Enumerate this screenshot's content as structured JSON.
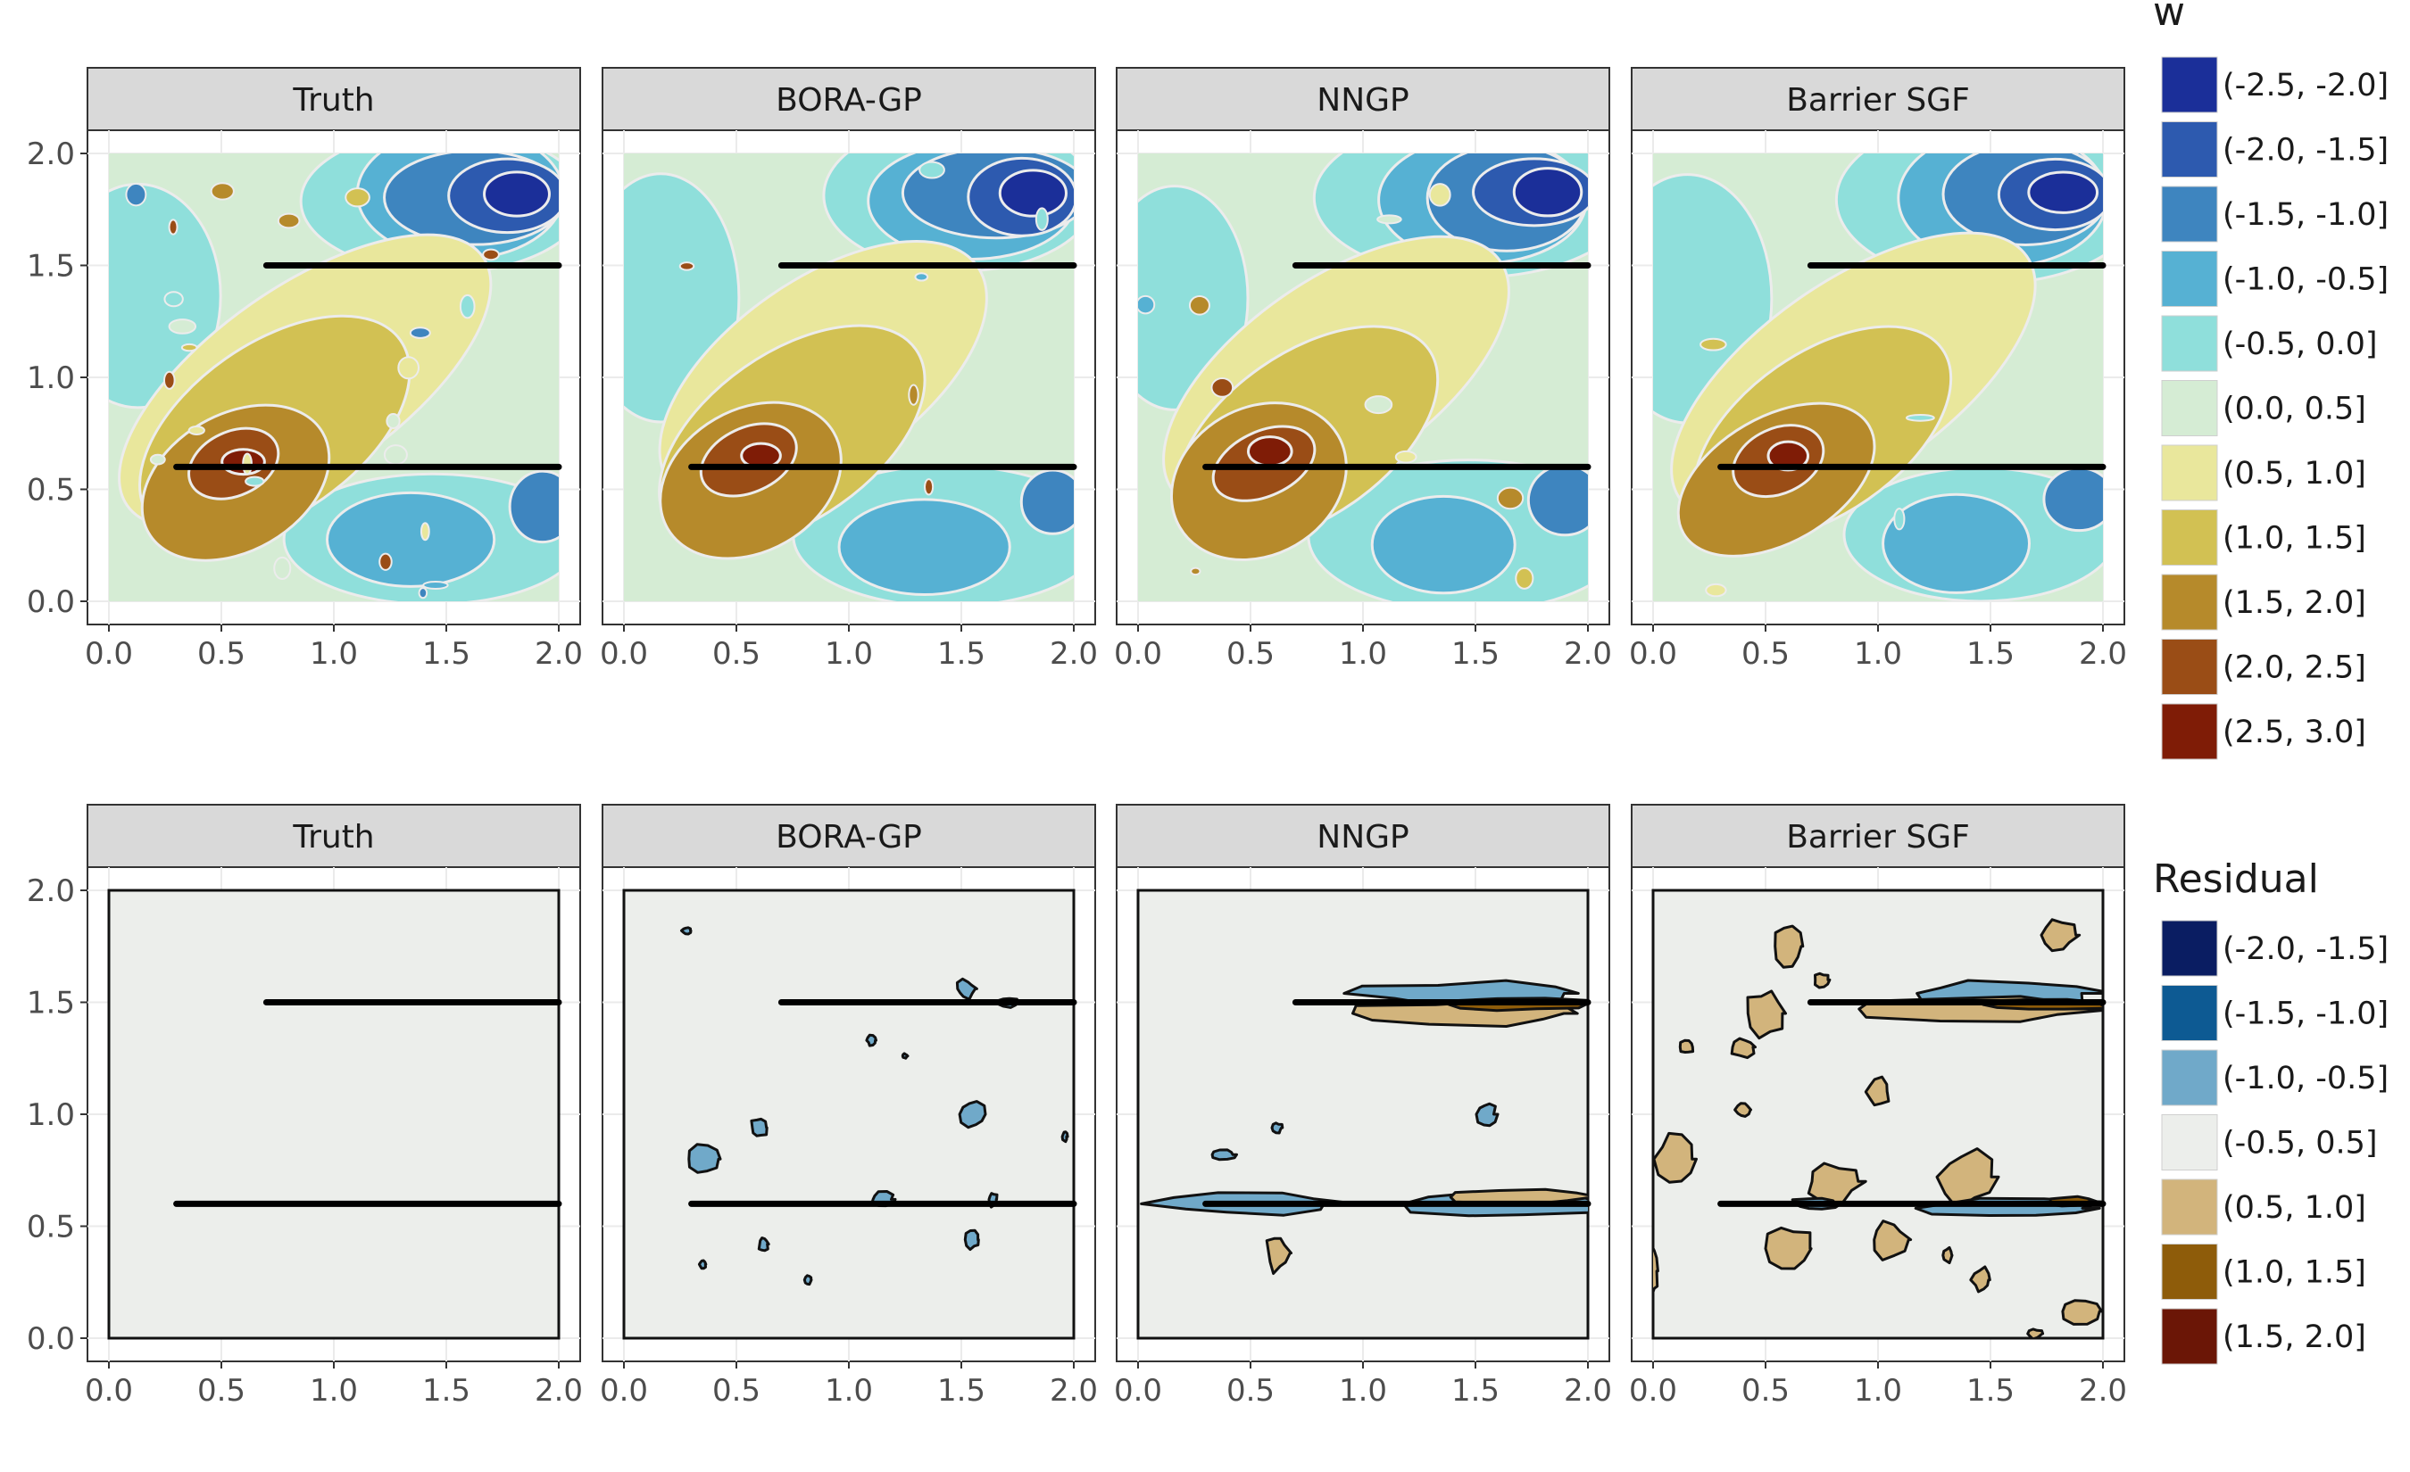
{
  "colors": {
    "w": [
      "#1b2f99",
      "#2d5aaf",
      "#3e85bf",
      "#56b1d3",
      "#8fdfdb",
      "#d5ecd4",
      "#e9e79c",
      "#d2c153",
      "#b68a2b",
      "#9a4d16",
      "#7f1c06"
    ],
    "residual": [
      "#0a1d62",
      "#0d5a93",
      "#70a9c9",
      "#eceeeb",
      "#d2b47c",
      "#8e5c0a",
      "#6b1606"
    ]
  },
  "chart_data": [
    {
      "type": "heatmap",
      "row": "top",
      "facets": [
        "Truth",
        "BORA-GP",
        "NNGP",
        "Barrier SGF"
      ],
      "x_ticks": [
        "0.0",
        "0.5",
        "1.0",
        "1.5",
        "2.0"
      ],
      "y_ticks": [
        "0.0",
        "0.5",
        "1.0",
        "1.5",
        "2.0"
      ],
      "xlim": [
        0,
        2
      ],
      "ylim": [
        0,
        2
      ],
      "barriers": [
        {
          "x": [
            0.7,
            2.0
          ],
          "y": 1.5
        },
        {
          "x": [
            0.3,
            2.0
          ],
          "y": 0.6
        }
      ],
      "legend": {
        "title": "w",
        "labels": [
          "(-2.5, -2.0]",
          "(-2.0, -1.5]",
          "(-1.5, -1.0]",
          "(-1.0, -0.5]",
          "(-0.5, 0.0]",
          "(0.0, 0.5]",
          "(0.5, 1.0]",
          "(1.0, 1.5]",
          "(1.5, 2.0]",
          "(2.0, 2.5]",
          "(2.5, 3.0]"
        ]
      }
    },
    {
      "type": "heatmap",
      "row": "bottom",
      "facets": [
        "Truth",
        "BORA-GP",
        "NNGP",
        "Barrier SGF"
      ],
      "x_ticks": [
        "0.0",
        "0.5",
        "1.0",
        "1.5",
        "2.0"
      ],
      "y_ticks": [
        "0.0",
        "0.5",
        "1.0",
        "1.5",
        "2.0"
      ],
      "xlim": [
        0,
        2
      ],
      "ylim": [
        0,
        2
      ],
      "barriers": [
        {
          "x": [
            0.7,
            2.0
          ],
          "y": 1.5
        },
        {
          "x": [
            0.3,
            2.0
          ],
          "y": 0.6
        }
      ],
      "legend": {
        "title": "Residual",
        "labels": [
          "(-2.0, -1.5]",
          "(-1.5, -1.0]",
          "(-1.0, -0.5]",
          "(-0.5, 0.5]",
          "(0.5, 1.0]",
          "(1.0, 1.5]",
          "(1.5, 2.0]"
        ]
      }
    }
  ]
}
